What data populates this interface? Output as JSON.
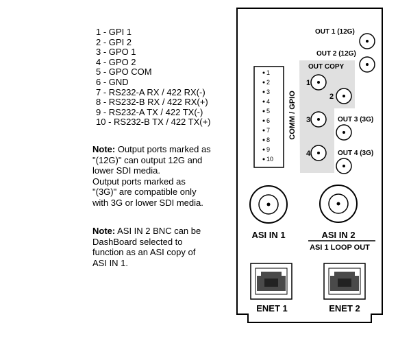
{
  "pin_list": [
    "1 - GPI 1",
    "2 - GPI 2",
    "3 - GPO 1",
    "4 - GPO 2",
    "5 - GPO COM",
    "6 - GND",
    "7 - RS232-A RX / 422 RX(-)",
    "8 - RS232-B RX / 422 RX(+)",
    "9 - RS232-A TX / 422 TX(-)",
    "10 - RS232-B TX / 422 TX(+)"
  ],
  "note1": {
    "label": "Note:",
    "lines": [
      " Output ports marked as",
      "\"(12G)\" can output 12G and",
      "lower SDI media.",
      "Output ports marked as",
      "\"(3G)\" are compatible only",
      "with 3G or lower SDI media."
    ]
  },
  "note2": {
    "label": "Note:",
    "lines": [
      " ASI IN 2 BNC can be",
      "DashBoard selected to",
      "function as an ASI copy of",
      "ASI IN 1."
    ]
  },
  "panel": {
    "comm_label": "COMM / GPIO",
    "comm_pins": [
      "1",
      "2",
      "3",
      "4",
      "5",
      "6",
      "7",
      "8",
      "9",
      "10"
    ],
    "out1": "OUT 1 (12G)",
    "out2": "OUT 2 (12G)",
    "out_copy": "OUT COPY",
    "copy1": "1",
    "copy2": "2",
    "copy3": "3",
    "copy4": "4",
    "out3": "OUT 3 (3G)",
    "out4": "OUT 4 (3G)",
    "asi1": "ASI IN 1",
    "asi2": "ASI IN 2",
    "asi_loop": "ASI 1 LOOP OUT",
    "enet1": "ENET 1",
    "enet2": "ENET 2"
  },
  "colors": {
    "highlight": "#e0e0e0",
    "line": "#000000"
  }
}
